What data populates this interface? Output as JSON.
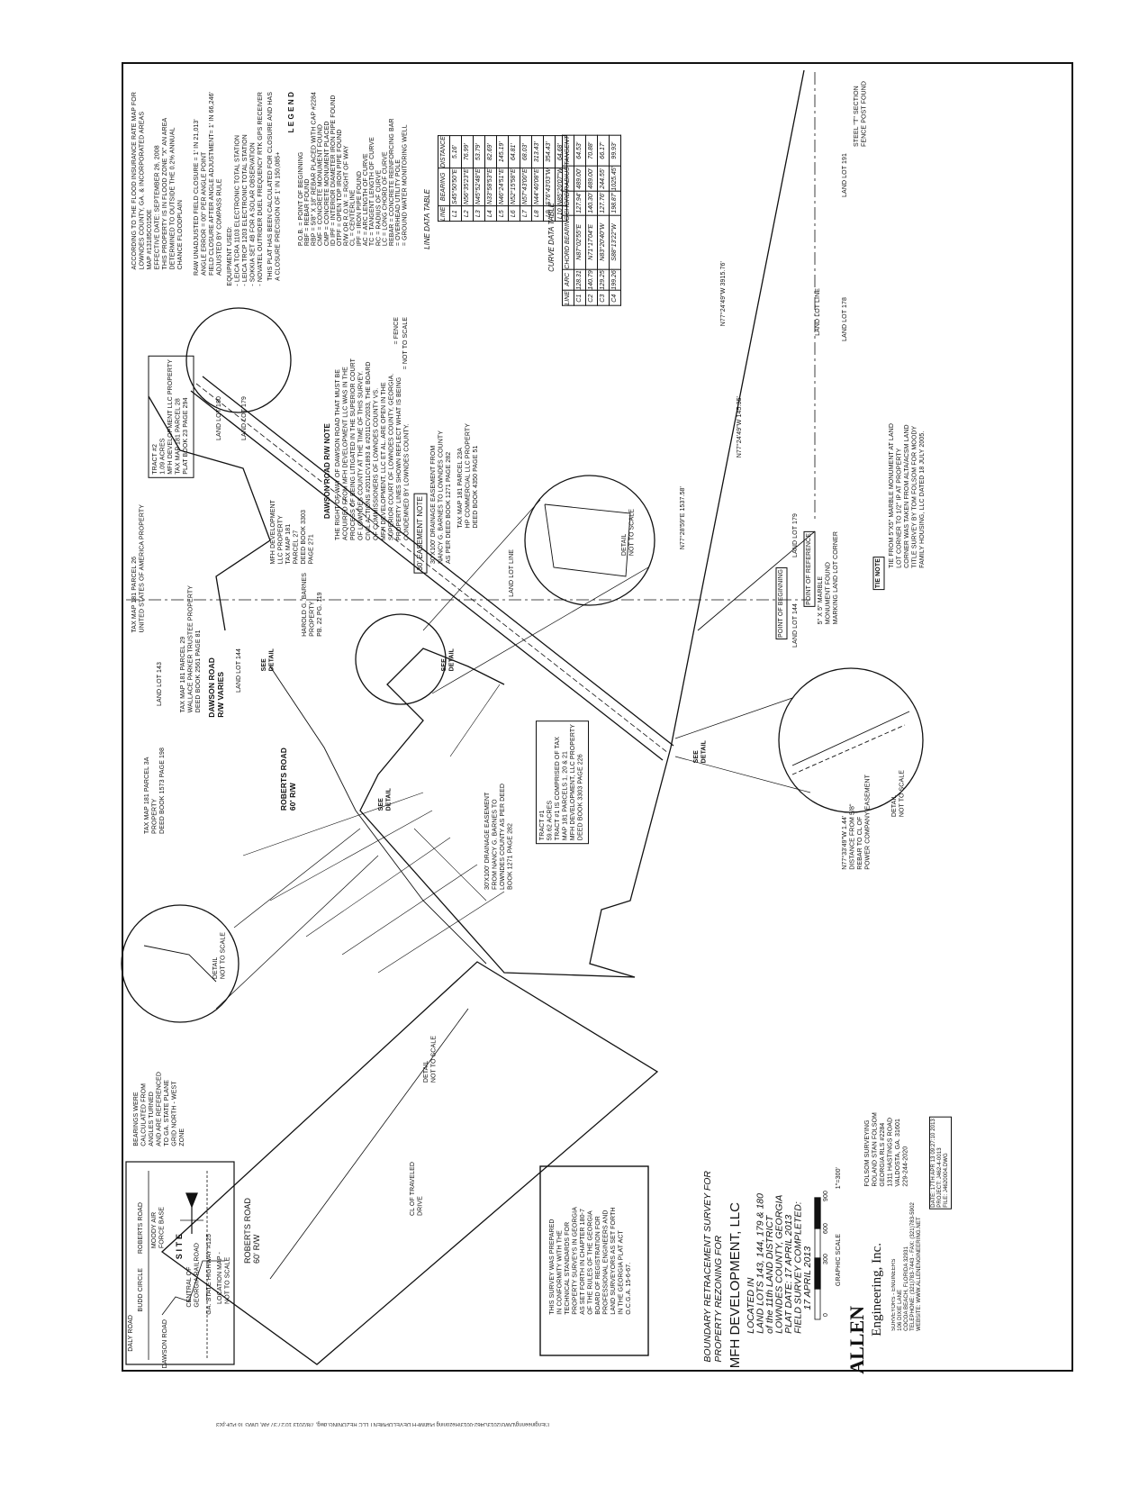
{
  "notes": {
    "flood": "ACCORDING TO THE FLOOD INSURANCE RATE MAP FOR\nLOWNDES COUNTY, GA. & INCORPORATED AREAS\nMAP #13185C0150E\nEFFECTIVE DATE: SEPTEMBER 26, 2008\nTHIS PROPERTY IS IN FLOOD ZONE \"X\" AN AREA\nDETERMINED TO OUTSIDE THE 0.2% ANNUAL\nCHANCE FLOODPLAIN",
    "closure": "RAW UNADJUSTED FIELD CLOSURE = 1' IN 21,013'\nANGLE ERROR = 00\" PER ANGLE POINT\nFIELD CLOSURE AFTER ANGLE ADJUSTMENT= 1' IN 66,246'\nADJUSTED BY COMPASS RULE",
    "equipment": "EQUIPMENT USED:\n- LEICA TCRA 1103 ELECTRONIC TOTAL STATION\n- LEICA TRCP 1203 ELECTRONIC TOTAL STATION\n- SOKKIA SET 4B FOR A SOLAR OBSERVATION\n- NOVATEL OUTRIDER DUEL FREQUENCY RTK GPS RECEIVER",
    "plat_closure": "THIS PLAT HAS BEEN CALCULATED FOR CLOSURE AND HAS\nA CLOSURE PRECISION OF 1' IN 150,085+"
  },
  "legend": {
    "title": "L E G E N D",
    "items": "P.O.B. = POINT OF BEGINNING\nRBF = REBAR FOUND\nRBP = 5/8\" x 18\" REBAR PLACED WITH CAP #2284\nCMF = CONCRETE MONUMENT FOUND\nCMP = CONCRETE MONUMENT PLACED\nID IPF = INTERIOR DIAMETER IRON PIPE FOUND\nOTPF = OPEN TOP IRON PIPE FOUND\nR/W OR R.O.W. = RIGHT OF WAY\nCL = CENTERLINE\nIPF = IRON PIPE FOUND\nAc = ARC LENGTH OF CURVE\nTc = TANGENT LENGTH OF CURVE\nRc = RADIUS OF CURVE\nLc = LONG CHORD OF CURVE\nREBAR = CONCRETE REINFORCING BAR\n= OVERHEAD UTILITY POLE\n= GROUND WATER MONITORING WELL",
    "fence": "= FENCE",
    "nts": "= NOT TO SCALE"
  },
  "line_table": {
    "title": "LINE DATA TABLE",
    "headers": [
      "LINE",
      "BEARING",
      "DISTANCE"
    ],
    "rows": [
      [
        "L1",
        "S45°50'50\"E",
        "5.16'"
      ],
      [
        "L2",
        "N56°35'23\"E",
        "76.99'"
      ],
      [
        "L3",
        "N45°52'48\"E",
        "53.79'"
      ],
      [
        "L4",
        "N33°58'53\"E",
        "82.69'"
      ],
      [
        "L5",
        "N46°24'51\"E",
        "145.19'"
      ],
      [
        "L6",
        "N52°15'58\"E",
        "64.81'"
      ],
      [
        "L7",
        "N57°43'00\"E",
        "68.03'"
      ],
      [
        "L8",
        "N44°40'08\"E",
        "313.43'"
      ],
      [
        "L9",
        "S76°43'03\"W",
        "354.43'"
      ],
      [
        "L10",
        "N85°20'07\"W",
        "64.68'"
      ]
    ]
  },
  "curve_table": {
    "title": "CURVE DATA TABLE",
    "headers": [
      "LINE",
      "ARC",
      "CHORD BEARING",
      "CHORD",
      "RADIUS",
      "TANGENT"
    ],
    "rows": [
      [
        "C1",
        "128.31'",
        "N87°02'55\"E",
        "127.94'",
        "489.00'",
        "64.53'"
      ],
      [
        "C2",
        "140.79'",
        "N71°17'04\"E",
        "140.30'",
        "489.00'",
        "70.88'"
      ],
      [
        "C3",
        "129.25'",
        "N83°20'40\"W",
        "127.76'",
        "244.55'",
        "66.17'"
      ],
      [
        "C4",
        "199.26'",
        "S88°13'22\"W",
        "198.87'",
        "1025.45'",
        "99.93'"
      ]
    ]
  },
  "rw_note": {
    "title": "DAWSON ROAD R/W NOTE",
    "body": "THE RIGHT OF WAY OF DAWSON ROAD THAT MUST BE\nACQUIRED FROM MFH DEVELOPMENT LLC WAS IN THE\nPROCESS OF BEING LITIGATED IN THE SUPERIOR COURT\nOF LOWNDES COUNTY AT THE TIME OF THIS SURVEY.\nCIVIL ACTIONS #2011CV1893 & #2011CV2033, THE BOARD\nOF COMMISSIONERS OF LOWNDES COUNTY VS.\nMFH DEVELOPMENT, LLC et al. ARE OPEN IN THE\nSUPERIOR COURT OF LOWNDES COUNTY, GEORGIA.\nPROPERTY LINES SHOWN REFLECT WHAT IS BEING\nCONDEMNED BY LOWNDES COUNTY.",
    "easement_title": "30' EASEMENT NOTE",
    "easement_body": "30'x100' DRAINAGE EASEMENT FROM\nNANCY G. BARNES to LOWNDES COUNTY\nas per DEED BOOK 1271 PAGE 282"
  },
  "tracts": {
    "tract2": "TRACT #2\n1.09 ACRES\nMFH DEVELOPMENT LLC PROPERTY\nTAX MAP 181 PARCEL 28\nPLAT BOOK 23 PAGE 294",
    "tract1": "TRACT #1\n59.62 ACRES\nTRACT #1 IS COMPRISED OF TAX\nMAP 181 PARCELS 1, 20 & 21\nMFH DEVELOPMENT, LLC PROPERTY\nDEED BOOK 3303 PAGE 226"
  },
  "labels": {
    "land_lot_143": "LAND LOT 143",
    "land_lot_144a": "LAND LOT 144",
    "land_lot_144b": "LAND LOT 144",
    "land_lot_179a": "LAND LOT 179",
    "land_lot_179b": "LAND LOT 179",
    "land_lot_180": "LAND LOT 180",
    "land_lot_178": "LAND LOT 178",
    "land_lot_191": "LAND LOT 191",
    "land_lot_line_h": "LAND LOT LINE",
    "land_lot_line_v": "LAND LOT LINE",
    "dawson_road": "DAWSON ROAD\nR/W VARIES",
    "roberts_road": "ROBERTS ROAD\n60' R/W",
    "usa_property": "TAX MAP 181 PARCEL 26\nUNITED STATES OF AMERICA PROPERTY",
    "hp_commercial": "TAX MAP 181 PARCEL 23A\nHP COMMERCIAL LLC PROPERTY\nDEED BOOK 4350 PAGE 51",
    "mfh_27": "MFH DEVELOPMENT\nLLC PROPERTY\nTAX MAP 181\nPARCEL 27\nDEED BOOK 3303\nPAGE 271",
    "barnes": "HAROLD G. BARNES\nPROPERTY\nPB. 22 PG. 119",
    "wallace": "TAX MAP 181 PARCEL 29\nWALLACE PARKER TRUSTEE PROPERTY\nDEED BOOK 2561 PAGE 81",
    "parcel_3a": "TAX MAP 181 PARCEL 3A\nPROPERTY\nDEED BOOK 1573 PAGE 198",
    "pob": "POINT OF BEGINNING",
    "por": "POINT OF REFERENCE",
    "marble": "5\" X 5\" MARBLE\nMONUMENT FOUND\nMARKING LAND LOT CORNER",
    "tie_note_title": "TIE NOTE",
    "tie_note": "TIE FROM 5\"X5\" MARBLE MONUMENT AT LAND\nLOT CORNER TO 1/2\" IP AT PROPERTY\nCORNER WAS TAKEN FROM ALTA/ACSM LAND\nTITLE SURVEY BY TOM FOLSOM FOR MOODY\nFAMILY HOUSING, LLC DATED 18 JULY 2005.",
    "bearing_long": "N77°24'49\"W 3915.76'",
    "bearing_mid": "N77°24'49\"W 145.35'",
    "bearing_ll": "N77°28'59\"E 1537.58'",
    "steel_post": "STEEL \"T\" SECTION\nFENCE POST FOUND",
    "see_detail": "SEE\nDETAIL",
    "detail": "DETAIL\nNOT TO SCALE",
    "drainage_easement": "30'x100' DRAINAGE EASEMENT\nFROM NANCY G. BARNES to\nLOWNDES COUNTY as per DEED\nBOOK 1271 PAGE 282",
    "cl_traveled": "CL OF TRAVELED\nDRIVE",
    "detail_bearing": "N77°33'49\"W 1.44'\nDISTANCE FROM 5/8\"\nREBAR TO CL OF\nPOWER COMPANY EASEMENT"
  },
  "bearings_note": "BEARINGS WERE\nCALCULATED FROM\nANGLES TURNED\nAND ARE REFERENCED\nTO GA. STATE PLANE\nGRID NORTH - WEST\nZONE",
  "location_map": {
    "daly_road": "DALY ROAD",
    "budd_circle": "BUDD CIRCLE",
    "dawson_road": "DAWSON ROAD",
    "roberts_road": "ROBERTS ROAD",
    "moody": "MOODY AIR\nFORCE BASE",
    "site": "S I T E",
    "railroad": "CENTRAL OF\nGEORGIA RAILROAD",
    "highway": "GA. STATE HIGHWAY #125",
    "caption": "LOCATION MAP -\nNOT TO SCALE"
  },
  "certification": "THIS SURVEY WAS PREPARED\nIN CONFORMITY WITH THE\nTECHNICAL STANDARDS FOR\nPROPERTY SURVEYS IN GEORGIA\nAS SET FORTH IN CHAPTER 180-7\nOF THE RULES OF THE GEORGIA\nBOARD OF REGISTRATION FOR\nPROFESSIONAL ENGINEERS AND\nLAND SURVEYORS AS SET FORTH\nIN THE GEORGIA PLAT ACT\nO.C.G.A. 15-6-67.",
  "title_block": {
    "line1": "BOUNDARY RETRACEMENT SURVEY FOR\nPROPERTY REZONING FOR",
    "client": "MFH DEVELOPMENT, LLC",
    "location": "LOCATED IN\nLAND LOTS 143, 144, 179 & 180\nof the 11th LAND DISTRICT\nLOWNDES COUNTY, GEORGIA\nPLAT DATE: 17 APRIL 2013\nFIELD SURVEY COMPLETED:\n         17 APRIL 2013",
    "scale_ticks": [
      "0",
      "300",
      "600",
      "900"
    ],
    "scale_label": "GRAPHIC SCALE",
    "scale_ratio": "1\"=300'",
    "firm_a": "ALLEN",
    "firm_b": "Engineering, Inc.",
    "firm_sub": "SURVEYORS - ENGINEERS\n106 DIXIE LANE\nCOCOA BEACH, FLORIDA 32931\nTELEPHONE: (321)783-7443 - FAX: (321)783-5902\nWEBSITE: www.allenengineering.net",
    "surveyor": "FOLSOM SURVEYING\nROLAND STAN FOLSOM\nGEORGIA RLS #2284\n1311 HASTINGS ROAD\nVALDOSTA, GA. 31601\n229-244-2020",
    "date_project": "DATE: 17th APR 13 09:27:10 2013\nPROJECT: J462-4-0013\nFILE: J4620004.DWG"
  },
  "footer": "I:\\Engineering\\DWG\\2013\\J462-0013\\Rezoning Plat\\MFH DEVELOPMENT LLC REZONING.dwg, 7/8/2013 10:27:37 AM, DWG To PDF.pc3"
}
